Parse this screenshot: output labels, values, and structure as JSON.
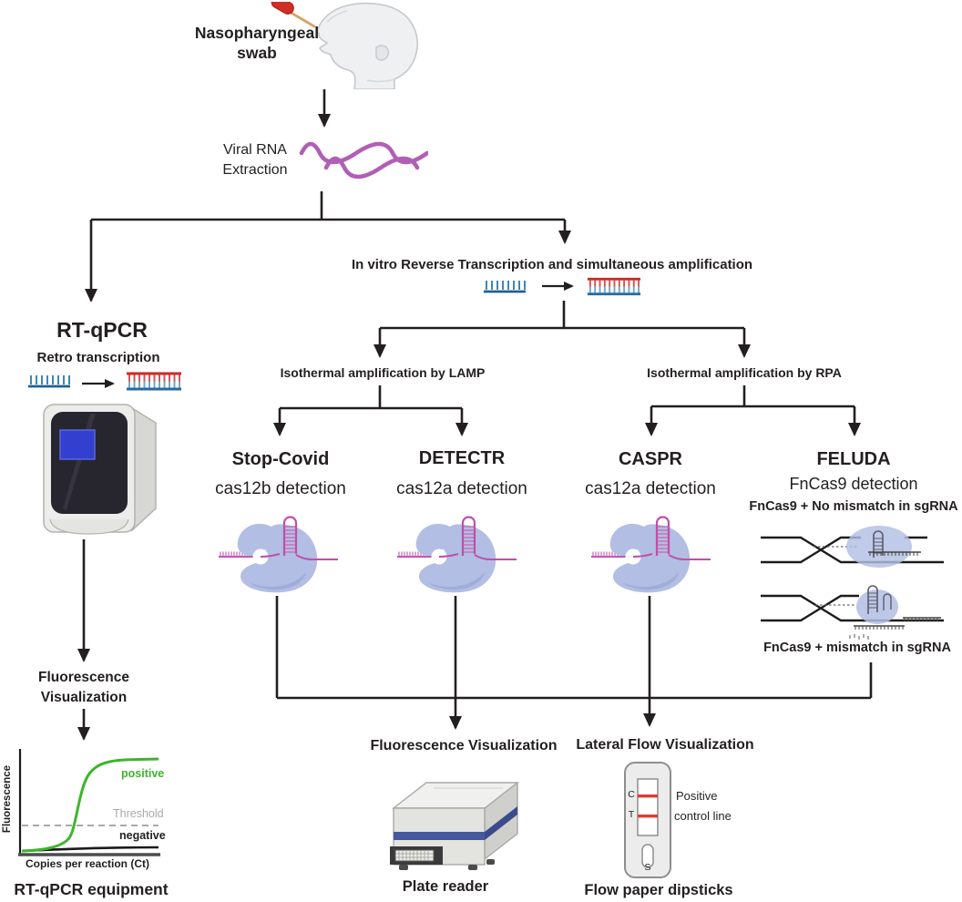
{
  "flow": {
    "sample": "Nasopharyngeal swab",
    "extraction": "Viral RNA Extraction",
    "invitro": "In vitro Reverse Transcription and simultaneous amplification",
    "lamp": "Isothermal amplification by LAMP",
    "rpa": "Isothermal amplification by RPA"
  },
  "left_branch": {
    "title": "RT-qPCR",
    "subtitle": "Retro transcription",
    "fluorescence": "Fluorescence Visualization",
    "equipment": "RT-qPCR equipment"
  },
  "methods": {
    "stop_covid": {
      "name": "Stop-Covid",
      "detection": "cas12b detection"
    },
    "detectr": {
      "name": "DETECTR",
      "detection": "cas12a detection"
    },
    "caspr": {
      "name": "CASPR",
      "detection": "cas12a detection"
    },
    "feluda": {
      "name": "FELUDA",
      "detection": "FnCas9 detection",
      "no_mismatch": "FnCas9 + No mismatch in sgRNA",
      "mismatch": "FnCas9 + mismatch in sgRNA"
    }
  },
  "outputs": {
    "fluorescence": {
      "title": "Fluorescence Visualization",
      "device": "Plate reader"
    },
    "lateral_flow": {
      "title": "Lateral Flow Visualization",
      "device": "Flow paper dipsticks",
      "band_c": "C",
      "band_t": "T",
      "band_s": "S",
      "annotation_line1": "Positive",
      "annotation_line2": "control line"
    }
  },
  "qpcr_graph": {
    "ylabel": "Fluorescence",
    "xlabel": "Copies per reaction (Ct)",
    "positive_label": "positive",
    "negative_label": "negative",
    "threshold_label": "Threshold"
  },
  "colors": {
    "line": "#231f20",
    "rna_purple": "#b15fb4",
    "primer_blue": "#2a6a9b",
    "primer_teeth": "#3f86b8",
    "duplex_red": "#cc2a28",
    "cas_blob": "#b2bee4",
    "hairpin_magenta": "#bf4fa9",
    "positive_green": "#3cb52c",
    "threshold_gray": "#a7a9ac",
    "test_line_red": "#e03a34",
    "screen_blue": "#3340cf",
    "plate_stripe_blue": "#46589e"
  }
}
